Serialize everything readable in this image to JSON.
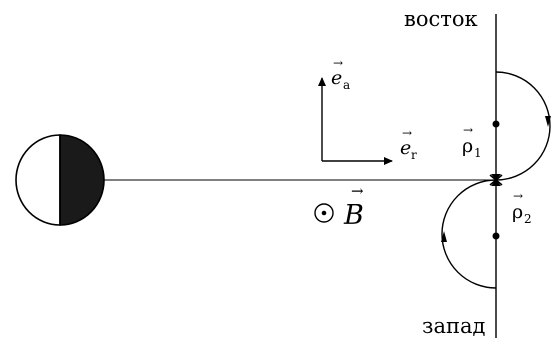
{
  "labels": {
    "east": "восток",
    "west": "запад",
    "e_a": "e",
    "e_a_sub": "a",
    "e_r": "e",
    "e_r_sub": "r",
    "rho1": "ρ",
    "rho1_sub": "1",
    "rho2": "ρ",
    "rho2_sub": "2",
    "b_field": "B",
    "arrow_glyph": "→"
  },
  "colors": {
    "ink": "#000000",
    "dark_half": "#1a1a1a",
    "background": "#ffffff"
  },
  "icons": {
    "b_direction": "dot-in-circle-out-of-page-icon",
    "sun_moon": "half-filled-disk-icon"
  }
}
